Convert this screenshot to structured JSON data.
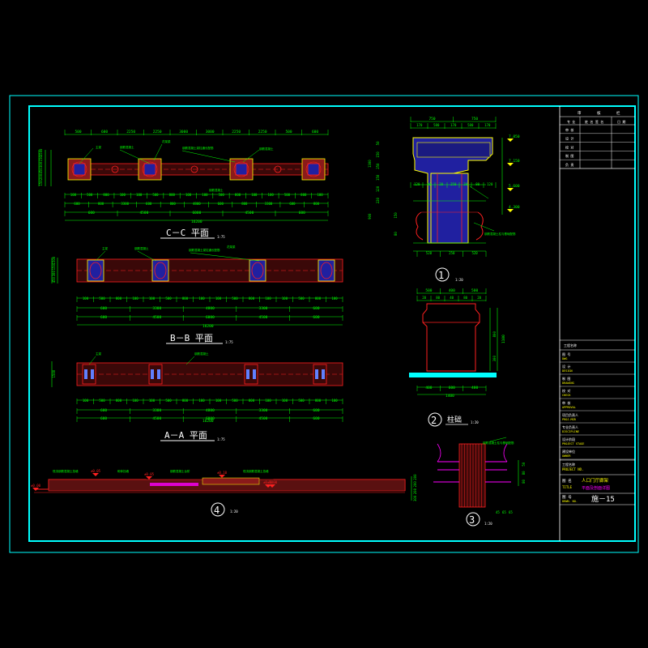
{
  "colors": {
    "background": "#000000",
    "frame": "#00ffff",
    "dimension": "#00ff00",
    "structure": "#ff2020",
    "annotation": "#ffff00",
    "wall_fill": "#8a1a1a",
    "column_fill": "#2020a0",
    "title_text": "#ffffff",
    "highlight": "#ff00ff"
  },
  "plans": {
    "cc": {
      "title": "C－C 平面",
      "scale": "1:75",
      "top_dims": [
        "500",
        "600",
        "2250",
        "2250",
        "3000",
        "3000",
        "2250",
        "2250",
        "500",
        "600"
      ],
      "bottom_dims_1": [
        "100",
        "500",
        "800",
        "100",
        "100",
        "500",
        "800",
        "100",
        "100",
        "500",
        "800",
        "100",
        "100",
        "500",
        "800",
        "100"
      ],
      "bottom_dims_2": [
        "600",
        "800",
        "3300",
        "600",
        "800",
        "4800",
        "600",
        "800",
        "3300",
        "600",
        "800"
      ],
      "bottom_dims_3": [
        "600",
        "4500",
        "6000",
        "4500",
        "600"
      ],
      "total": "16200",
      "left_dims": [
        "1500",
        "150",
        "300",
        "450",
        "200",
        "150"
      ]
    },
    "bb": {
      "title": "B－B 平面",
      "scale": "1:75",
      "bottom_dims_1": [
        "100",
        "500",
        "800",
        "100",
        "100",
        "500",
        "800",
        "100",
        "100",
        "500",
        "800",
        "100",
        "100",
        "500",
        "800",
        "100"
      ],
      "bottom_dims_2": [
        "600",
        "3300",
        "4800",
        "3300",
        "600"
      ],
      "bottom_dims_3": [
        "600",
        "4500",
        "6000",
        "4500",
        "600"
      ],
      "total": "16200",
      "left_dims": [
        "1500",
        "150",
        "300",
        "450"
      ]
    },
    "aa": {
      "title": "A－A 平面",
      "scale": "1:75",
      "bottom_dims_1": [
        "100",
        "500",
        "800",
        "100",
        "100",
        "500",
        "800",
        "100",
        "100",
        "500",
        "800",
        "100",
        "100",
        "500",
        "800",
        "100"
      ],
      "bottom_dims_2": [
        "600",
        "3300",
        "4800",
        "3300",
        "600"
      ],
      "bottom_dims_3": [
        "600",
        "4500",
        "6000",
        "4500",
        "600"
      ],
      "total": "16200",
      "left_dims": [
        "1500"
      ]
    }
  },
  "detail1": {
    "number": "①",
    "scale": "1:20",
    "top_dims": [
      "750",
      "750",
      "170",
      "580",
      "170",
      "580",
      "170"
    ],
    "elevations": [
      "7.850",
      "7.150",
      "5.600",
      "4.300"
    ],
    "left_dims": [
      "50",
      "150",
      "250",
      "150",
      "120",
      "220",
      "1300",
      "900",
      "150",
      "80"
    ],
    "mid_dims": [
      "120",
      "80",
      "20",
      "250",
      "20",
      "80",
      "120"
    ],
    "bottom_dims": [
      "520",
      "250",
      "520"
    ]
  },
  "detail2": {
    "number": "②",
    "title": "柱础",
    "scale": "1:20",
    "top_dims": [
      "500",
      "400",
      "500"
    ],
    "sub_dims": [
      "20",
      "80",
      "40",
      "80",
      "20"
    ],
    "right_dims": [
      "1100",
      "800",
      "300"
    ],
    "bottom_dims": [
      "400",
      "600",
      "400"
    ],
    "total": "1400"
  },
  "detail3": {
    "number": "③",
    "scale": "1:20",
    "dims": [
      "50",
      "80",
      "80",
      "45",
      "65",
      "65"
    ]
  },
  "detail4": {
    "number": "④",
    "scale": "1:20",
    "elevations": [
      "±0.00",
      "±0.05",
      "±0.05",
      "±0.10",
      "±0.10",
      "±0.00"
    ],
    "labels": [
      "现浇钢筋混凝土挡墙",
      "砌体挡墙",
      "钢筋混凝土台阶",
      "现浇钢筋混凝土挡墙"
    ],
    "right_dims": [
      "200",
      "200",
      "200",
      "300"
    ]
  },
  "title_block": {
    "header_cells": [
      "审",
      "核",
      "栏"
    ],
    "rows": [
      {
        "label": "审 核",
        "value": "",
        "extra": ""
      },
      {
        "label": "设 计",
        "value": "",
        "extra": ""
      },
      {
        "label": "校 对",
        "value": "",
        "extra": ""
      },
      {
        "label": "制 图",
        "value": "",
        "extra": ""
      },
      {
        "label": "负 责",
        "value": "",
        "extra": ""
      }
    ],
    "project_label": "工程名称",
    "fields": [
      {
        "label": "图  号",
        "sub": "DWG"
      },
      {
        "label": "设  计",
        "sub": "DESIGN"
      },
      {
        "label": "制  图",
        "sub": "DRAWING"
      },
      {
        "label": "校  对",
        "sub": "CHECK"
      },
      {
        "label": "审  核",
        "sub": "APPROVAL"
      },
      {
        "label": "项目负责人",
        "sub": "PROJ.MGR"
      },
      {
        "label": "专业负责人",
        "sub": "DISCIPLINE"
      },
      {
        "label": "设计阶段",
        "sub": "PROJECT STAGE"
      },
      {
        "label": "建设单位",
        "sub": "OWNER"
      }
    ],
    "project_name_label": "工程名称",
    "project_name_sub": "PROJECT NO.",
    "drawing_title_label": "图  名",
    "drawing_title_line1": "人口门厅廊架",
    "drawing_title_line2": "平面及剖面详图",
    "title_sub": "TITLE",
    "drawing_no_label": "图  号",
    "drawing_no_sub": "DRWN. NO.",
    "drawing_no_value": "施－15"
  }
}
